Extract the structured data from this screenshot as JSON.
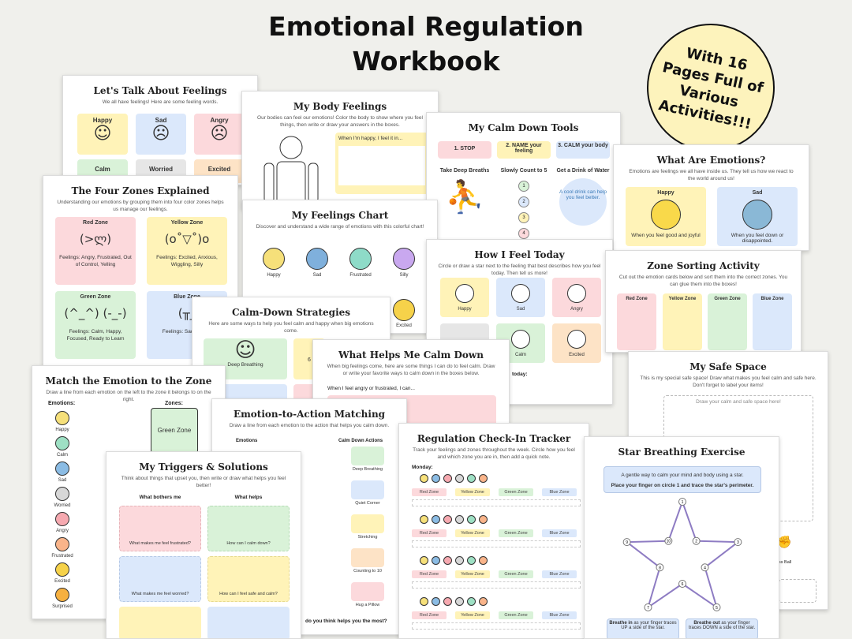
{
  "title": {
    "line1": "Emotional Regulation",
    "line2": "Workbook"
  },
  "badge": "With 16 Pages Full of Various Activities!!!",
  "p_talk": {
    "title": "Let's Talk About Feelings",
    "sub": "We all have feelings! Here are some feeling words.",
    "cards": [
      "Happy",
      "Sad",
      "Angry",
      "Calm",
      "Worried",
      "Excited"
    ]
  },
  "p_body": {
    "title": "My Body Feelings",
    "sub": "Our bodies can feel our emotions! Color the body to show where you feel things, then write or draw your answers in the boxes.",
    "prompt": "When I'm happy, I feel it in..."
  },
  "p_tools": {
    "title": "My Calm Down Tools",
    "steps": [
      "1. STOP",
      "2. NAME your feeling",
      "3. CALM your body"
    ],
    "cols": [
      "Take Deep Breaths",
      "Slowly Count to 5",
      "Get a Drink of Water"
    ],
    "nums": [
      "1",
      "2",
      "3",
      "4"
    ],
    "water": "A cool drink can help you feel better."
  },
  "p_what": {
    "title": "What Are Emotions?",
    "sub": "Emotions are feelings we all have inside us. They tell us how we react to the world around us!",
    "cards": [
      {
        "name": "Happy",
        "desc": "When you feel good and joyful"
      },
      {
        "name": "Sad",
        "desc": "When you feel down or disappointed."
      }
    ]
  },
  "p_zones": {
    "title": "The Four Zones Explained",
    "sub": "Understanding our emotions by grouping them into four color zones helps us manage our feelings.",
    "zones": [
      {
        "name": "Red Zone",
        "face": "(>ლ)",
        "desc": "Feelings: Angry, Frustrated, Out of Control, Yelling"
      },
      {
        "name": "Yellow Zone",
        "face": "(o˚▽˚)o",
        "desc": "Feelings: Excited, Anxious, Wiggling, Silly"
      },
      {
        "name": "Green Zone",
        "face": "(^_^) (-_-)",
        "desc": "Feelings: Calm, Happy, Focused, Ready to Learn"
      },
      {
        "name": "Blue Zone",
        "face": "(╥_",
        "desc": "Feelings: Sad, Ti Sick"
      }
    ]
  },
  "p_chart": {
    "title": "My Feelings Chart",
    "sub": "Discover and understand a wide range of emotions with this colorful chart!",
    "faces": [
      "Happy",
      "Sad",
      "Frustrated",
      "Silly",
      "Excited"
    ]
  },
  "p_today": {
    "title": "How I Feel Today",
    "sub": "Circle or draw a star next to the feeling that best describes how you feel today. Then tell us more!",
    "cards": [
      "Happy",
      "Sad",
      "Angry",
      "",
      "Calm",
      "Excited"
    ],
    "today": "today:"
  },
  "p_sort": {
    "title": "Zone Sorting Activity",
    "sub": "Cut out the emotion cards below and sort them into the correct zones. You can glue them into the boxes!",
    "zones": [
      "Red Zone",
      "Yellow Zone",
      "Green Zone",
      "Blue Zone"
    ]
  },
  "p_strat": {
    "title": "Calm-Down Strategies",
    "sub": "Here are some ways to help you feel calm and happy when big emotions come.",
    "item": "Deep Breathing",
    "num": "6"
  },
  "p_helps": {
    "title": "What Helps Me Calm Down",
    "sub": "When big feelings come, here are some things I can do to feel calm. Draw or write your favorite ways to calm down in the boxes below.",
    "prompt": "When I feel angry or frustrated, I can..."
  },
  "p_safe": {
    "title": "My Safe Space",
    "sub": "This is my special safe space! Draw what makes you feel calm and safe here. Don't forget to label your items!",
    "box": "Draw your calm and safe space here!",
    "ball": "ss Ball"
  },
  "p_match": {
    "title": "Match the Emotion to the Zone",
    "sub": "Draw a line from each emotion on the left to the zone it belongs to on the right.",
    "emotions_h": "Emotions:",
    "zones_h": "Zones:",
    "zone": "Green Zone",
    "list": [
      "Happy",
      "Calm",
      "Sad",
      "Worried",
      "Angry",
      "Frustrated",
      "Excited",
      "Surprised"
    ]
  },
  "p_action": {
    "title": "Emotion-to-Action Matching",
    "sub": "Draw a line from each emotion to the action that helps you calm down.",
    "col1": "Emotions",
    "col2": "Calm Down Actions",
    "actions": [
      "Deep Breathing",
      "Quiet Corner",
      "Stretching",
      "Counting to 10",
      "Hug a Pillow"
    ],
    "footer": "do you think helps you the most?"
  },
  "p_trig": {
    "title": "My Triggers & Solutions",
    "sub": "Think about things that upset you, then write or draw what helps you feel better!",
    "col1": "What bothers me",
    "col2": "What helps",
    "boxes": [
      "What makes me feel frustrated?",
      "How can I calm down?",
      "What makes me feel worried?",
      "How can I feel safe and calm?"
    ]
  },
  "p_track": {
    "title": "Regulation Check-In Tracker",
    "sub": "Track your feelings and zones throughout the week. Circle how you feel and which zone you are in, then add a quick note.",
    "day": "Monday:",
    "zones": [
      "Red Zone",
      "Yellow Zone",
      "Green Zone",
      "Blue Zone"
    ]
  },
  "p_star": {
    "title": "Star Breathing Exercise",
    "intro1": "A gentle way to calm your mind and body using a star.",
    "intro2": "Place your finger on circle 1 and trace the star's perimeter.",
    "bin_b": "Breathe in",
    "bin": "as your finger traces UP a side of the star.",
    "bout_b": "Breathe out",
    "bout": "as your finger traces DOWN a side of the star.",
    "nums": [
      "1",
      "2",
      "3",
      "4",
      "5",
      "6",
      "7",
      "8",
      "9",
      "10"
    ]
  },
  "colors": {
    "red": "#fcd9dc",
    "yellow": "#fff3b8",
    "green": "#d9f2d8",
    "blue": "#dbe8fb",
    "badge": "#fdf3bc"
  }
}
